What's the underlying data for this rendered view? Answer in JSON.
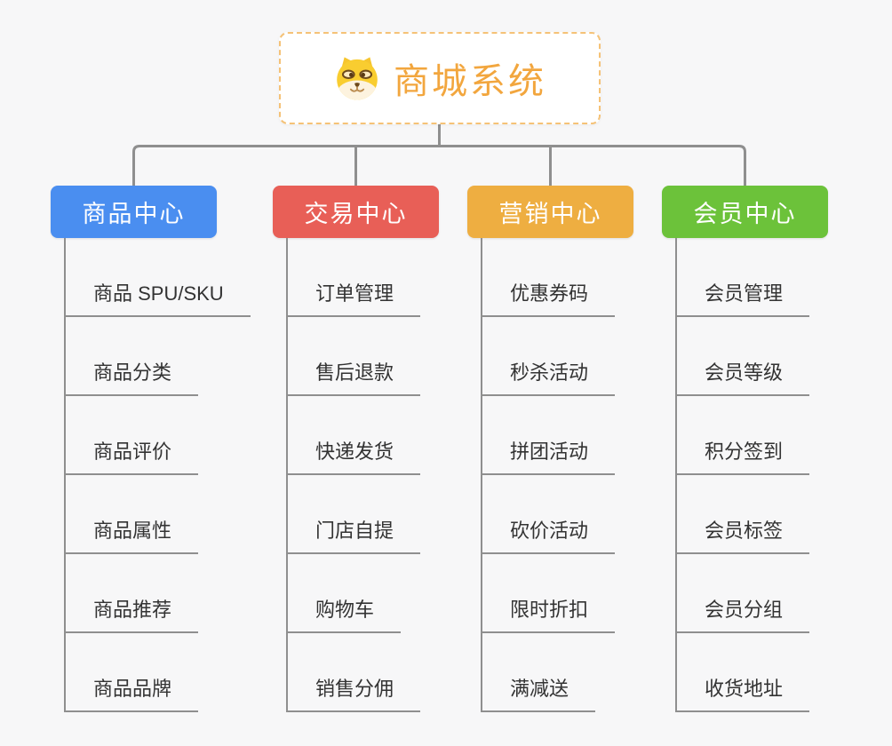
{
  "root": {
    "label": "商城系统",
    "icon": "dog-face-icon",
    "text_color": "#f2a63e",
    "border_color": "#f5c277"
  },
  "branches": [
    {
      "label": "商品中心",
      "color": "#4a8ef0",
      "items": [
        "商品 SPU/SKU",
        "商品分类",
        "商品评价",
        "商品属性",
        "商品推荐",
        "商品品牌"
      ]
    },
    {
      "label": "交易中心",
      "color": "#e85f57",
      "items": [
        "订单管理",
        "售后退款",
        "快递发货",
        "门店自提",
        "购物车",
        "销售分佣"
      ]
    },
    {
      "label": "营销中心",
      "color": "#eeae41",
      "items": [
        "优惠券码",
        "秒杀活动",
        "拼团活动",
        "砍价活动",
        "限时折扣",
        "满减送"
      ]
    },
    {
      "label": "会员中心",
      "color": "#6cc23a",
      "items": [
        "会员管理",
        "会员等级",
        "积分签到",
        "会员标签",
        "会员分组",
        "收货地址"
      ]
    }
  ],
  "style": {
    "background": "#f7f7f8",
    "connector_color": "#8f8f8f",
    "item_text_color": "#333333"
  }
}
